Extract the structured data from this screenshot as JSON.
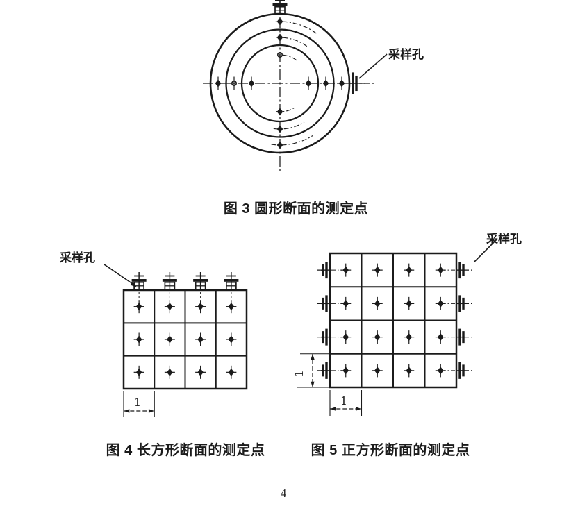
{
  "page": {
    "number": "4",
    "ink_color": "#1b1b1b",
    "background": "#ffffff"
  },
  "figure3": {
    "caption": "图 3 圆形断面的测定点",
    "port_label": "采样孔",
    "rings": 3,
    "measure_points": 12
  },
  "figure4": {
    "caption": "图 4 长方形断面的测定点",
    "port_label": "采样孔",
    "dim_label": "1",
    "grid": {
      "cols": 4,
      "rows": 3
    },
    "top_ports": 4,
    "measure_points": 12
  },
  "figure5": {
    "caption": "图 5 正方形断面的测定点",
    "port_label": "采样孔",
    "dim_width_label": "1",
    "dim_height_label": "1",
    "grid": {
      "cols": 4,
      "rows": 4
    },
    "left_ports": 4,
    "right_ports": 4,
    "measure_points": 16
  }
}
